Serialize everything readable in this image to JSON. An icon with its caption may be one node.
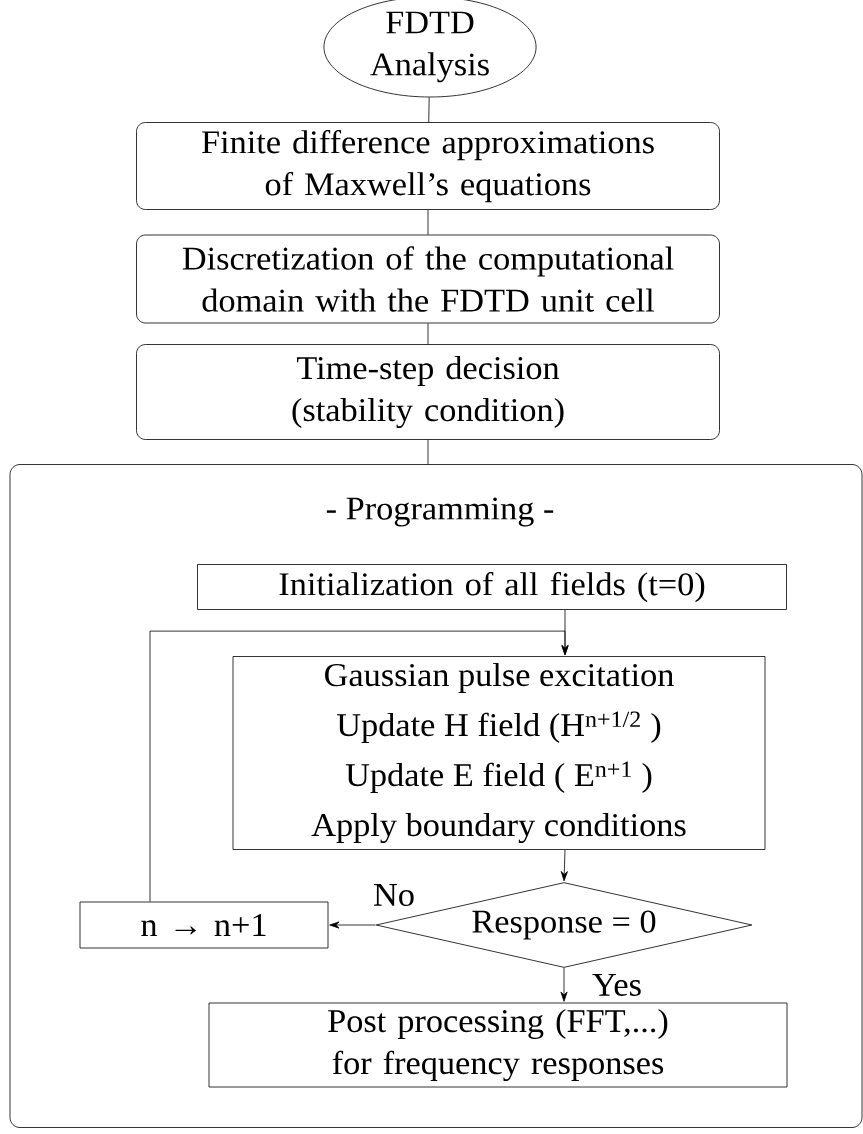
{
  "diagram": {
    "nodes": [
      {
        "text": [
          "FDTD Analysis"
        ]
      },
      {
        "text": [
          "Finite difference approximations of Maxwell’s equations"
        ]
      },
      {
        "text": [
          "Discretization of the computational domain with the FDTD unit cell"
        ]
      },
      {
        "text": [
          "Time-step decision (stability condition)"
        ]
      },
      {
        "text": [
          "- Programming -"
        ]
      },
      {
        "text": [
          "Initialization of all fields (t=0)"
        ],
        "in": 4
      },
      {
        "text": [
          "Gaussian pulse excitation",
          "Update H field (H$^{n+1/2}$ )",
          "Update E field ( E$^{n+1}$ )",
          "Apply boundary conditions"
        ],
        "in": 4
      },
      {
        "text": [
          "Response = 0"
        ],
        "in": 4
      },
      {
        "text": [
          "n → n+1"
        ],
        "in": 4
      },
      {
        "text": [
          "Post processing (FFT,...) for frequency responses"
        ],
        "in": 4
      }
    ],
    "edges": [
      {
        "from": 0,
        "to": 1,
        "arrow": "none"
      },
      {
        "from": 1,
        "to": 2,
        "arrow": "none"
      },
      {
        "from": 2,
        "to": 3,
        "arrow": "none"
      },
      {
        "from": 3,
        "to": 4,
        "arrow": "none"
      },
      {
        "from": 5,
        "to": 6,
        "arrow": "to"
      },
      {
        "from": 6,
        "to": 7,
        "arrow": "to"
      },
      {
        "from": 7,
        "to": 8,
        "arrow": "to",
        "label": "No"
      },
      {
        "from": 7,
        "to": 9,
        "arrow": "to",
        "label": "Yes"
      },
      {
        "from": 8,
        "to": 6,
        "arrow": "to"
      }
    ]
  }
}
